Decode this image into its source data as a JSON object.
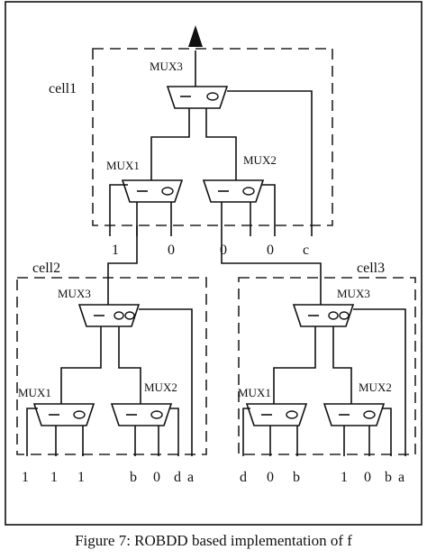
{
  "figure": {
    "caption": "Figure 7: ROBDD based implementation of f",
    "cells": [
      {
        "label": "cell1",
        "mux_labels": [
          "MUX3",
          "MUX1",
          "MUX2"
        ],
        "inputs": [
          "1",
          "0",
          "0",
          "0",
          "c"
        ]
      },
      {
        "label": "cell2",
        "mux_labels": [
          "MUX3",
          "MUX1",
          "MUX2"
        ],
        "inputs": [
          "1",
          "1",
          "1",
          "b",
          "0",
          "d",
          "a"
        ]
      },
      {
        "label": "cell3",
        "mux_labels": [
          "MUX3",
          "MUX1",
          "MUX2"
        ],
        "inputs": [
          "d",
          "0",
          "b",
          "1",
          "0",
          "b",
          "a"
        ]
      }
    ]
  }
}
